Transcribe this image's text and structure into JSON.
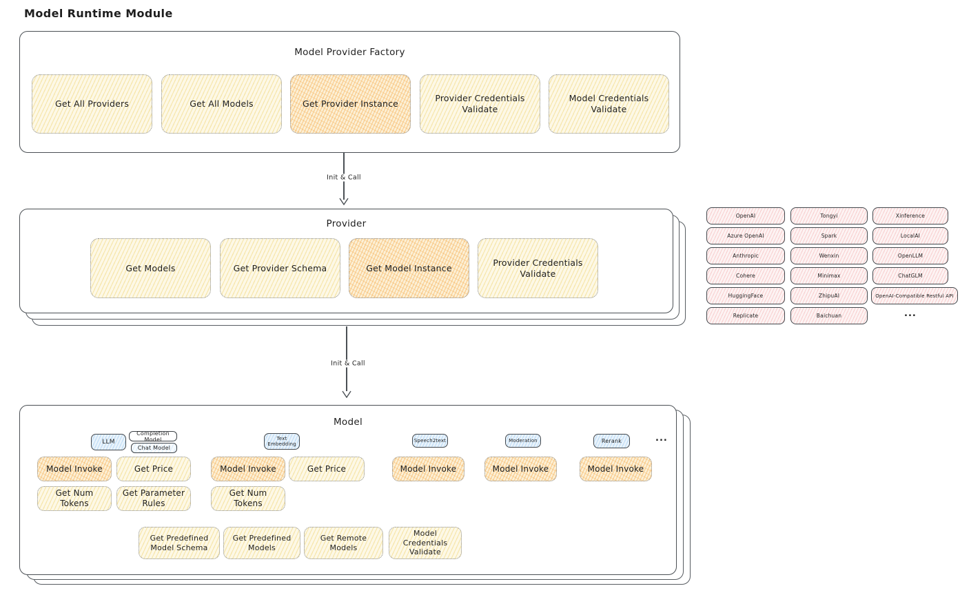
{
  "page_title": "Model Runtime Module",
  "factory": {
    "title": "Model Provider Factory",
    "buttons": [
      {
        "label": "Get All Providers",
        "highlighted": false
      },
      {
        "label": "Get All Models",
        "highlighted": false
      },
      {
        "label": "Get Provider Instance",
        "highlighted": true
      },
      {
        "label": "Provider Credentials Validate",
        "highlighted": false
      },
      {
        "label": "Model Credentials Validate",
        "highlighted": false
      }
    ]
  },
  "arrow1": {
    "label": "Init & Call"
  },
  "arrow2": {
    "label": "Init & Call"
  },
  "provider": {
    "title": "Provider",
    "buttons": [
      {
        "label": "Get Models",
        "highlighted": false
      },
      {
        "label": "Get Provider Schema",
        "highlighted": false
      },
      {
        "label": "Get Model Instance",
        "highlighted": true
      },
      {
        "label": "Provider Credentials Validate",
        "highlighted": false
      }
    ]
  },
  "provider_catalog": {
    "col1": [
      "OpenAI",
      "Azure OpenAI",
      "Anthropic",
      "Cohere",
      "HuggingFace",
      "Replicate"
    ],
    "col2": [
      "Tongyi",
      "Spark",
      "Wenxin",
      "Minimax",
      "ZhipuAI",
      "Baichuan"
    ],
    "col3": [
      "Xinference",
      "LocalAI",
      "OpenLLM",
      "ChatGLM",
      "OpenAI-Compatible Restful API"
    ],
    "more": "..."
  },
  "model": {
    "title": "Model",
    "tabs": {
      "llm": "LLM",
      "completion": "Completion Model",
      "chat": "Chat Model",
      "text_embedding": "Text Embedding",
      "speech2text": "Speech2text",
      "moderation": "Moderation",
      "rerank": "Rerank",
      "more": "..."
    },
    "llm_actions": [
      "Model Invoke",
      "Get Price",
      "Get Num Tokens",
      "Get Parameter Rules"
    ],
    "embedding_actions": [
      "Model Invoke",
      "Get Price",
      "Get Num Tokens"
    ],
    "speech2text_actions": [
      "Model Invoke"
    ],
    "moderation_actions": [
      "Model Invoke"
    ],
    "rerank_actions": [
      "Model Invoke"
    ],
    "bottom_actions": [
      "Get Predefined Model Schema",
      "Get Predefined Models",
      "Get Remote Models",
      "Model Credentials Validate"
    ]
  },
  "colors": {
    "stroke": "#1e1e1e",
    "frame_stroke": "#494e53",
    "action_fill": "#f0d67a",
    "highlight_fill": "#f6b056",
    "model_type_fill": "#94c5f0",
    "provider_fill": "#f3aaaa"
  }
}
